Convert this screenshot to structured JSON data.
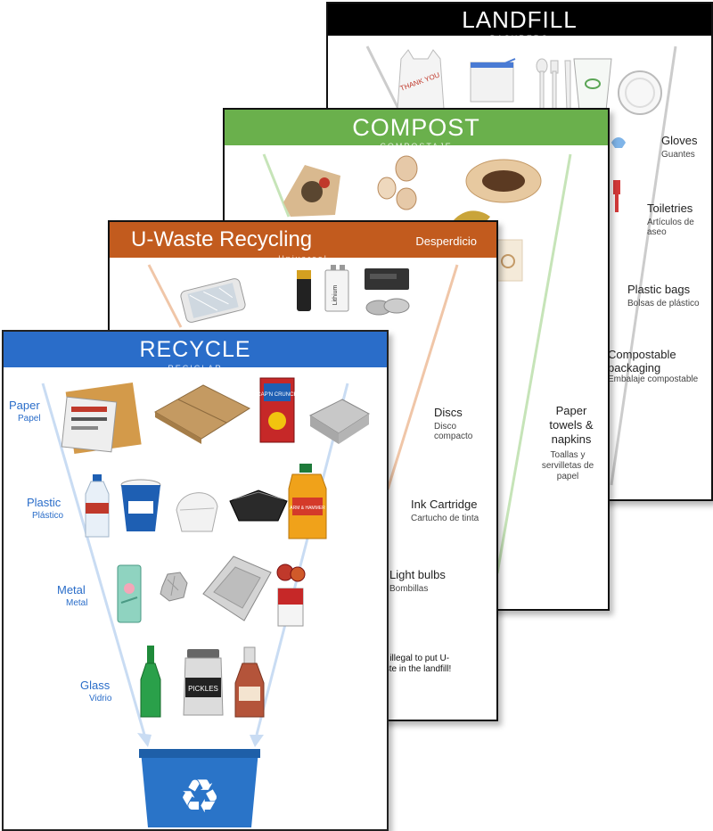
{
  "colors": {
    "landfill": "#000000",
    "compost": "#6ab04c",
    "uwaste": "#c25b1e",
    "recycle": "#2a6dc9",
    "bin": "#2a74c8"
  },
  "landfill": {
    "title": "LANDFILL",
    "subtitle": "BASURERO",
    "items": [
      {
        "en": "Gloves",
        "es": "Guantes"
      },
      {
        "en": "Toiletries",
        "es": "Artículos de aseo"
      },
      {
        "en": "Plastic bags",
        "es": "Bolsas de plástico"
      },
      {
        "en": "Compostable packaging",
        "es": "Embalaje compostable"
      }
    ],
    "bag_text": "THANK YOU"
  },
  "compost": {
    "title": "COMPOST",
    "subtitle": "COMPOSTAJE",
    "items": [
      {
        "en": "Paper towels & napkins",
        "es": "Toallas y servilletas de papel"
      }
    ]
  },
  "uwaste": {
    "title": "U-Waste Recycling",
    "title_es": "Desperdicio",
    "subtitle": "Universal",
    "items": [
      {
        "en": "Discs",
        "es": "Disco compacto"
      },
      {
        "en": "Ink Cartridge",
        "es": "Cartucho de tinta"
      },
      {
        "en": "Light bulbs",
        "es": "Bombillas"
      }
    ],
    "note": "It is illegal to put U-waste in the landfill!",
    "battery_label": "Lithium"
  },
  "recycle": {
    "title": "RECYCLE",
    "subtitle": "RECICLAR",
    "items": [
      {
        "en": "Paper",
        "es": "Papel"
      },
      {
        "en": "Plastic",
        "es": "Plástico"
      },
      {
        "en": "Metal",
        "es": "Metal"
      },
      {
        "en": "Glass",
        "es": "Vidrio"
      }
    ],
    "cereal_text": "CAP'N CRUNCH",
    "jar_text": "PICKLES",
    "detergent_text": "ARM & HAMMER",
    "recycle_symbol": "♻"
  }
}
